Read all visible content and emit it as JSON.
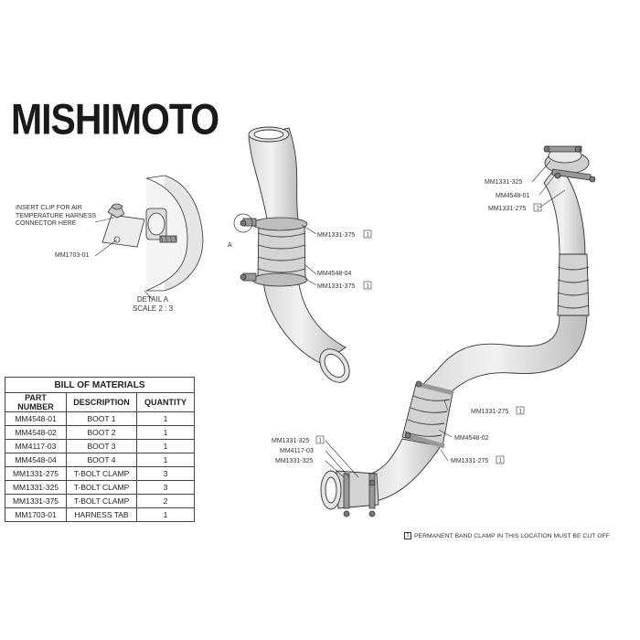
{
  "logo": "MISHIMOTO",
  "detail": {
    "note_lines": [
      "INSERT CLIP FOR AIR",
      "TEMPERATURE HARNESS",
      "CONNECTOR HERE"
    ],
    "tab_part": "MM1703-01",
    "title": "DETAIL A",
    "scale": "SCALE 2 : 3",
    "marker": "A"
  },
  "callouts": {
    "upper_clamp_1": "MM1331-375",
    "upper_boot": "MM4548-04",
    "upper_clamp_2": "MM1331-375",
    "right_clamp_325": "MM1331-325",
    "right_boot": "MM4548-01",
    "right_clamp_275": "MM1331-275",
    "mid_clamp_275": "MM1331-275",
    "mid_boot": "MM4548-02",
    "low_clamp_275": "MM1331-275",
    "left_clamp_325a": "MM1331-325",
    "left_boot": "MM4117-03",
    "left_clamp_325b": "MM1331-325"
  },
  "flag_box": "1",
  "bom": {
    "title": "BILL OF MATERIALS",
    "headers": [
      "PART NUMBER",
      "DESCRIPTION",
      "QUANTITY"
    ],
    "rows": [
      [
        "MM4548-01",
        "BOOT 1",
        "1"
      ],
      [
        "MM4548-02",
        "BOOT 2",
        "1"
      ],
      [
        "MM4117-03",
        "BOOT 3",
        "1"
      ],
      [
        "MM4548-04",
        "BOOT 4",
        "1"
      ],
      [
        "MM1331-275",
        "T-BOLT CLAMP",
        "3"
      ],
      [
        "MM1331-325",
        "T-BOLT CLAMP",
        "3"
      ],
      [
        "MM1331-375",
        "T-BOLT CLAMP",
        "2"
      ],
      [
        "MM1703-01",
        "HARNESS TAB",
        "1"
      ]
    ]
  },
  "footnote": "PERMANENT BAND CLAMP IN THIS LOCATION MUST BE CUT OFF"
}
